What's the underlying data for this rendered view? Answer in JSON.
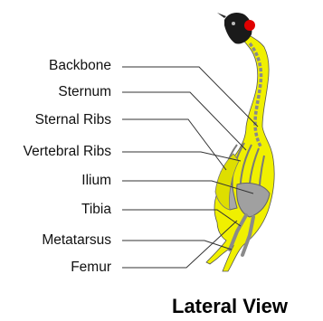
{
  "labels": [
    {
      "id": "backbone",
      "text": "Backbone"
    },
    {
      "id": "sternum",
      "text": "Sternum"
    },
    {
      "id": "sternal-ribs",
      "text": "Sternal Ribs"
    },
    {
      "id": "vertebral-ribs",
      "text": "Vertebral Ribs"
    },
    {
      "id": "ilium",
      "text": "Ilium"
    },
    {
      "id": "tibia",
      "text": "Tibia"
    },
    {
      "id": "metatarsus",
      "text": "Metatarsus"
    },
    {
      "id": "femur",
      "text": "Femur"
    }
  ],
  "caption": "Lateral View",
  "colors": {
    "body_fill": "#f0f000",
    "bone": "#9a9a9a",
    "head": "#1a1a1a",
    "comb": "#e00000",
    "leader_line": "#333333"
  }
}
